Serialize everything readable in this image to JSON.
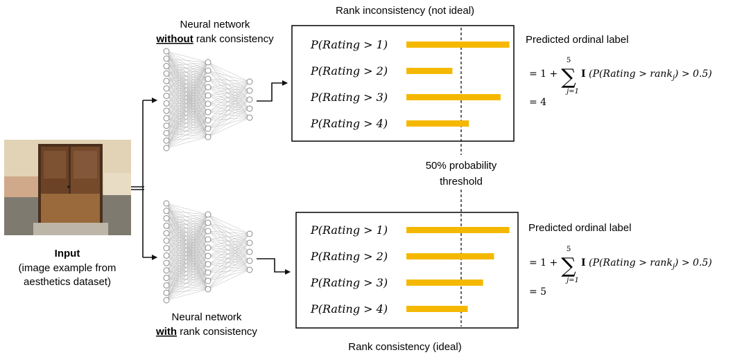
{
  "colors": {
    "bar": "#f5b800",
    "line": "#222222",
    "net": "#9a9a9a",
    "threshold": "#111111"
  },
  "input": {
    "label": "Input",
    "caption": "(image example from aesthetics dataset)",
    "caption_line1": "(image example from",
    "caption_line2": "aesthetics dataset)"
  },
  "top": {
    "net_line1": "Neural network",
    "net_word": "without",
    "net_rest": " rank consistency",
    "panel_title": "Rank inconsistency (not ideal)",
    "bars": [
      {
        "label": "P(Rating > 1)",
        "prob": 0.94
      },
      {
        "label": "P(Rating > 2)",
        "prob": 0.42
      },
      {
        "label": "P(Rating > 3)",
        "prob": 0.86
      },
      {
        "label": "P(Rating > 4)",
        "prob": 0.57
      }
    ],
    "pred_title": "Predicted ordinal label",
    "result": "= 4"
  },
  "bottom": {
    "net_line1": "Neural network",
    "net_word": "with",
    "net_rest": " rank consistency",
    "panel_title": "Rank consistency (ideal)",
    "bars": [
      {
        "label": "P(Rating > 1)",
        "prob": 0.94
      },
      {
        "label": "P(Rating > 2)",
        "prob": 0.8
      },
      {
        "label": "P(Rating > 3)",
        "prob": 0.7
      },
      {
        "label": "P(Rating > 4)",
        "prob": 0.56
      }
    ],
    "pred_title": "Predicted ordinal label",
    "result": "= 5"
  },
  "threshold": {
    "label_line1": "50% probability",
    "label_line2": "threshold",
    "value": 0.5
  },
  "formula": {
    "prefix": "= 1 +",
    "sum_upper": "5",
    "sum_lower": "j=1",
    "indicator": "I",
    "body": "(P(Rating > rank",
    "sub": "j",
    "tail": ") > 0.5)"
  }
}
